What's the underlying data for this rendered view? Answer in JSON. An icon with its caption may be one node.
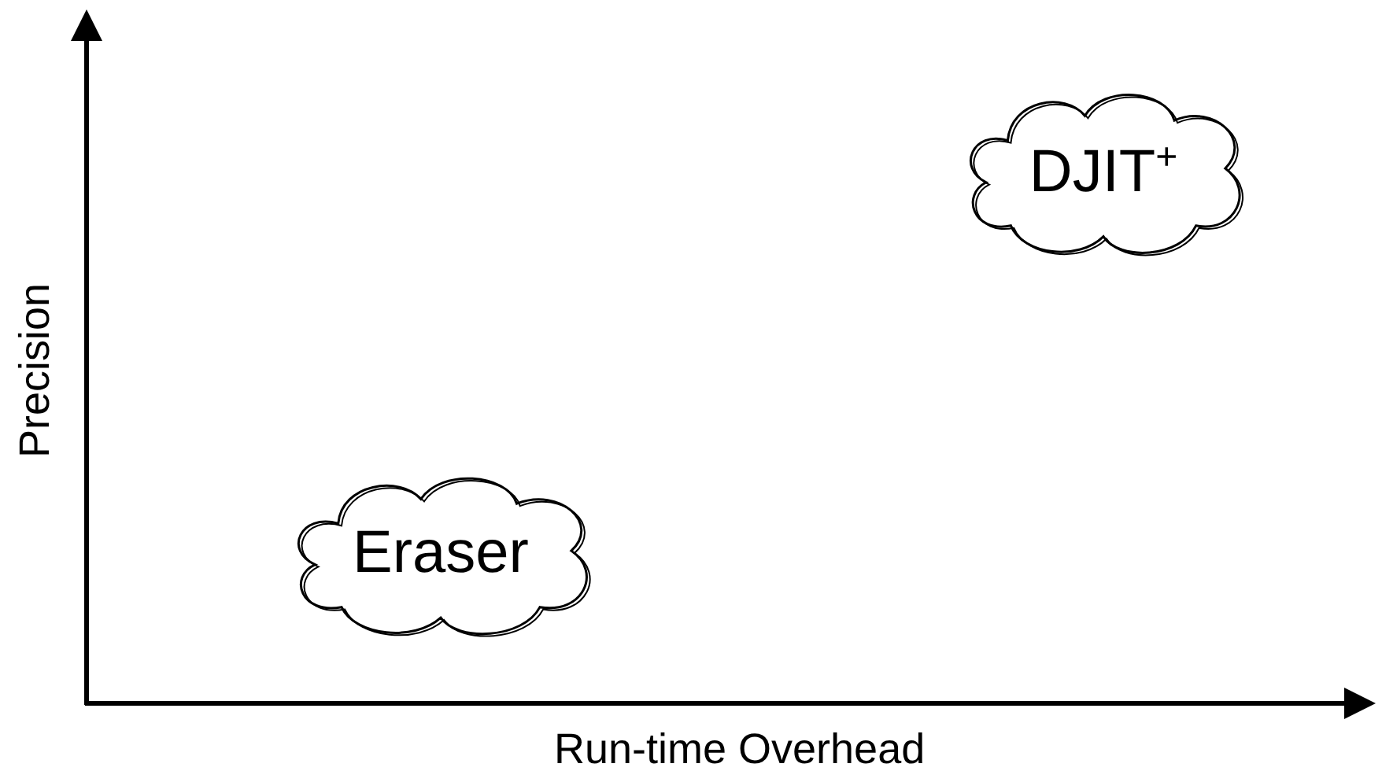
{
  "diagram": {
    "nodes": [
      {
        "text": [
          "DJIT$^{+}$"
        ]
      },
      {
        "text": [
          "Eraser"
        ]
      }
    ],
    "labels": [
      "Precision",
      "Run-time Overhead"
    ]
  }
}
